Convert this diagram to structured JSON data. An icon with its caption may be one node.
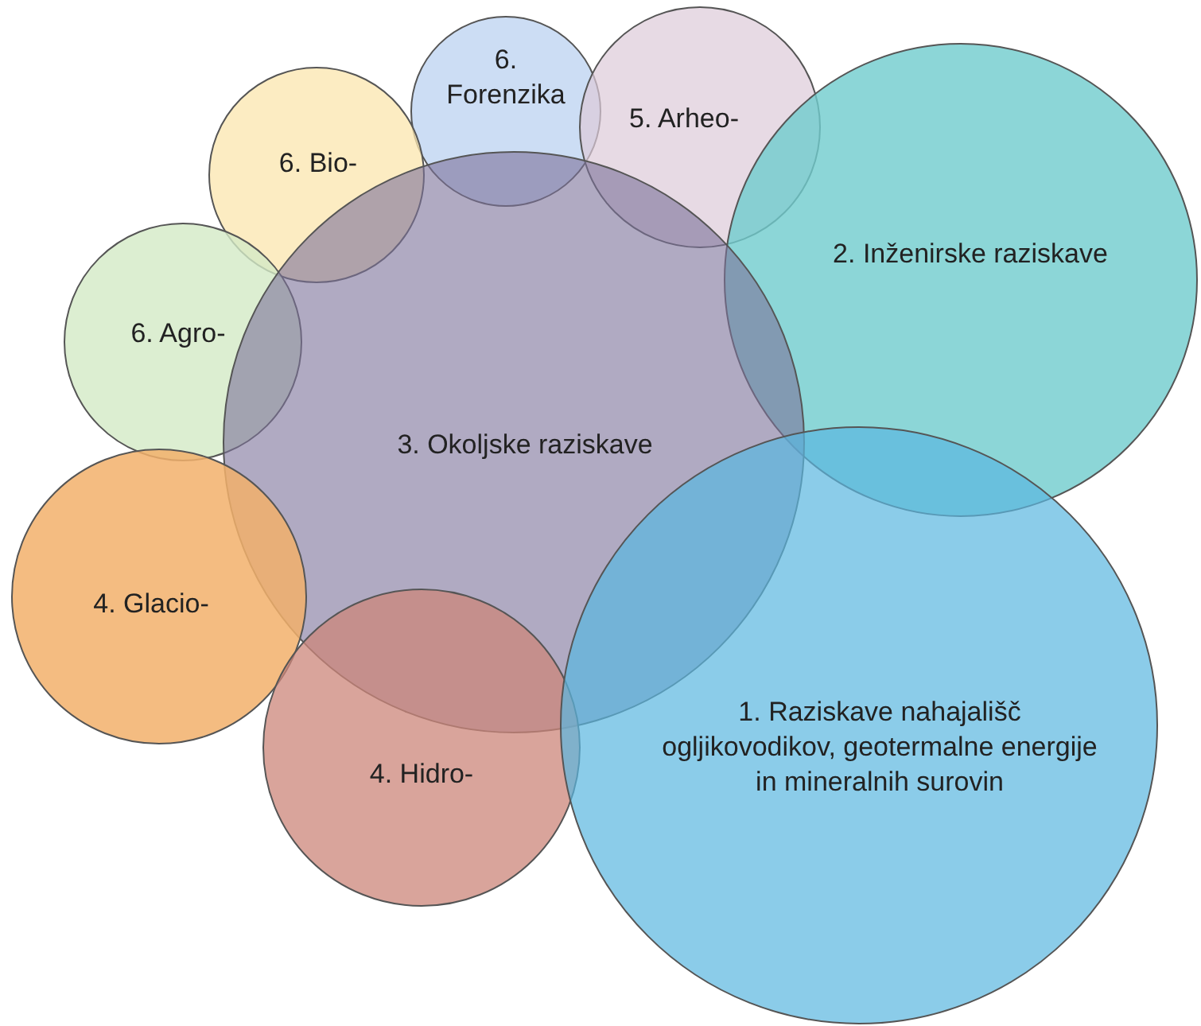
{
  "diagram": {
    "nodes": [
      {
        "text": [
          "6. Forenzika"
        ]
      },
      {
        "text": [
          "5. Arheo-"
        ]
      },
      {
        "text": [
          "6. Bio-"
        ]
      },
      {
        "text": [
          "2. Inženirske raziskave"
        ]
      },
      {
        "text": [
          "6. Agro-"
        ]
      },
      {
        "text": [
          "3. Okoljske raziskave"
        ]
      },
      {
        "text": [
          "4. Glacio-"
        ]
      },
      {
        "text": [
          "4. Hidro-"
        ]
      },
      {
        "text": [
          "1. Raziskave nahajališč ogljikovodikov, geotermalne energije in mineralnih surovin"
        ]
      }
    ]
  }
}
